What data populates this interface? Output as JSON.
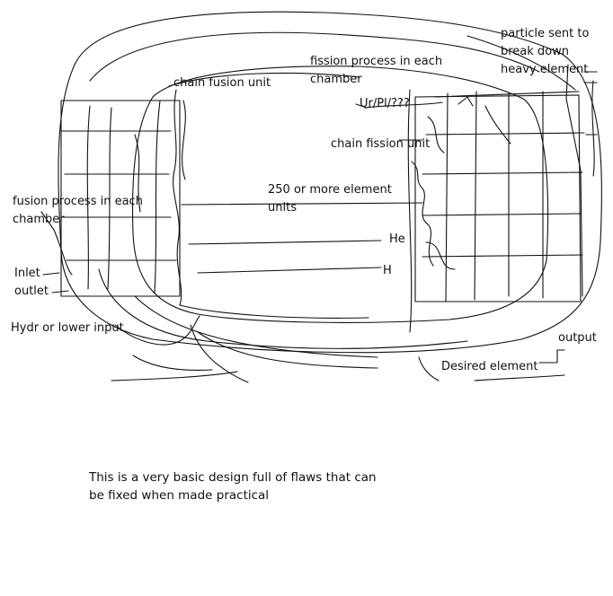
{
  "diagram": {
    "labels": {
      "chain_fusion_unit": "chain fusion unit",
      "fission_process": "fission process in each chamber",
      "particle_note": "particle sent to break down heavy element",
      "ur_pl": "Ur/Pl/???",
      "chain_fission_unit": "chain fission unit",
      "element_units": "250 or more element units",
      "fusion_process": "fusion process in each chamber",
      "he": "He",
      "h": "H",
      "inlet": "Inlet",
      "outlet": "outlet",
      "hydr_input": "Hydr or lower input",
      "output": "output",
      "desired_element": "Desired element"
    },
    "note": "This is a very basic design full of flaws that can be fixed when made practical"
  },
  "colors": {
    "ink": "#111111",
    "background": "#ffffff"
  }
}
